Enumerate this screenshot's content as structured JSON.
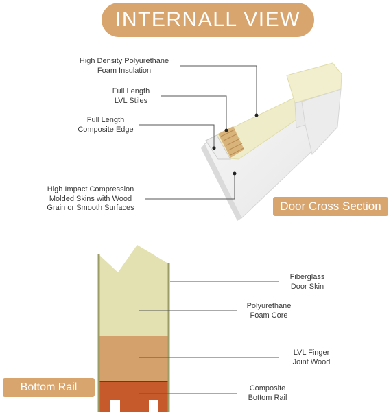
{
  "title": "INTERNALL VIEW",
  "colors": {
    "accent": "#D9A56E",
    "foam": "#E3E1B2",
    "lvl_wood": "#D4A06B",
    "composite": "#C75A2A",
    "skin_line": "#9C9C66"
  },
  "cross_section": {
    "tag": "Door Cross Section",
    "callouts": [
      "High Density Polyurethane\nFoam Insulation",
      "Full Length\nLVL Stiles",
      "Full Length\nComposite Edge",
      "High Impact Compression\nMolded Skins with Wood\nGrain or Smooth Surfaces"
    ]
  },
  "bottom_rail": {
    "tag": "Bottom Rail",
    "callouts": [
      "Fiberglass\nDoor Skin",
      "Polyurethane\nFoam Core",
      "LVL Finger\nJoint Wood",
      "Composite\nBottom Rail"
    ]
  }
}
